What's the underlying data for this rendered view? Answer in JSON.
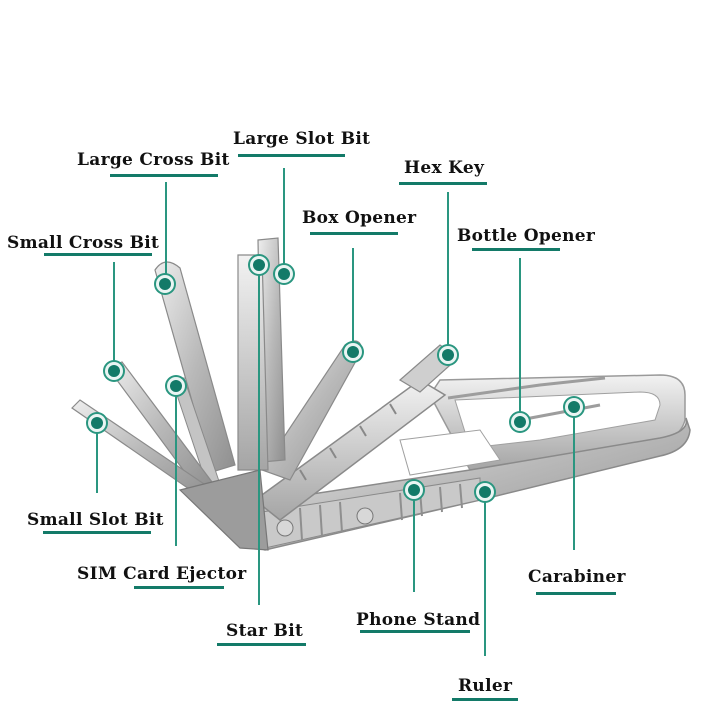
{
  "title": "Multi-tool parts diagram",
  "accent_color": "#137a68",
  "callouts": [
    {
      "id": "large-slot-bit",
      "label": "Large Slot Bit"
    },
    {
      "id": "large-cross-bit",
      "label": "Large Cross Bit"
    },
    {
      "id": "hex-key",
      "label": "Hex Key"
    },
    {
      "id": "box-opener",
      "label": "Box Opener"
    },
    {
      "id": "bottle-opener",
      "label": "Bottle Opener"
    },
    {
      "id": "small-cross-bit",
      "label": "Small Cross Bit"
    },
    {
      "id": "small-slot-bit",
      "label": "Small Slot Bit"
    },
    {
      "id": "sim-card-ejector",
      "label": "SIM Card Ejector"
    },
    {
      "id": "star-bit",
      "label": "Star Bit"
    },
    {
      "id": "phone-stand",
      "label": "Phone Stand"
    },
    {
      "id": "carabiner",
      "label": "Carabiner"
    },
    {
      "id": "ruler",
      "label": "Ruler"
    }
  ]
}
